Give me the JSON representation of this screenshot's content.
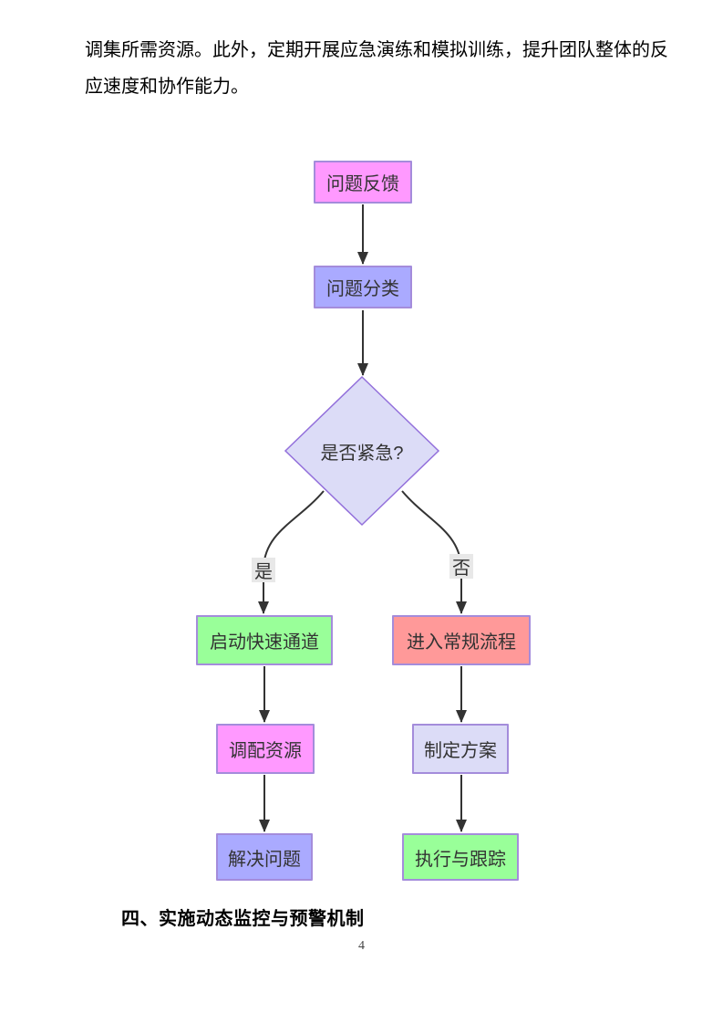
{
  "document": {
    "paragraph_lines": [
      "调集所需资源。此外，定期开展应急演练和模拟训练，提升团队整体的反",
      "应速度和协作能力。"
    ],
    "heading": "四、实施动态监控与预警机制",
    "page_number": "4"
  },
  "flowchart": {
    "nodes": {
      "feedback": {
        "label": "问题反馈",
        "fill": "#ff99ff"
      },
      "classify": {
        "label": "问题分类",
        "fill": "#aaaaff"
      },
      "urgent": {
        "label": "是否紧急?",
        "fill": "#dcdcf7"
      },
      "fast": {
        "label": "启动快速通道",
        "fill": "#99ff99"
      },
      "regular": {
        "label": "进入常规流程",
        "fill": "#ff9999"
      },
      "allocate": {
        "label": "调配资源",
        "fill": "#ff99ff"
      },
      "plan": {
        "label": "制定方案",
        "fill": "#dcdcf7"
      },
      "solve": {
        "label": "解决问题",
        "fill": "#aaaaff"
      },
      "track": {
        "label": "执行与跟踪",
        "fill": "#99ff99"
      }
    },
    "edge_labels": {
      "yes": "是",
      "no": "否"
    },
    "colors": {
      "node_border": "#a48cdb",
      "diamond_border": "#9370db",
      "edge_line": "#333333",
      "edge_label_bg": "#e8e8e8",
      "node_text": "#333333"
    }
  }
}
